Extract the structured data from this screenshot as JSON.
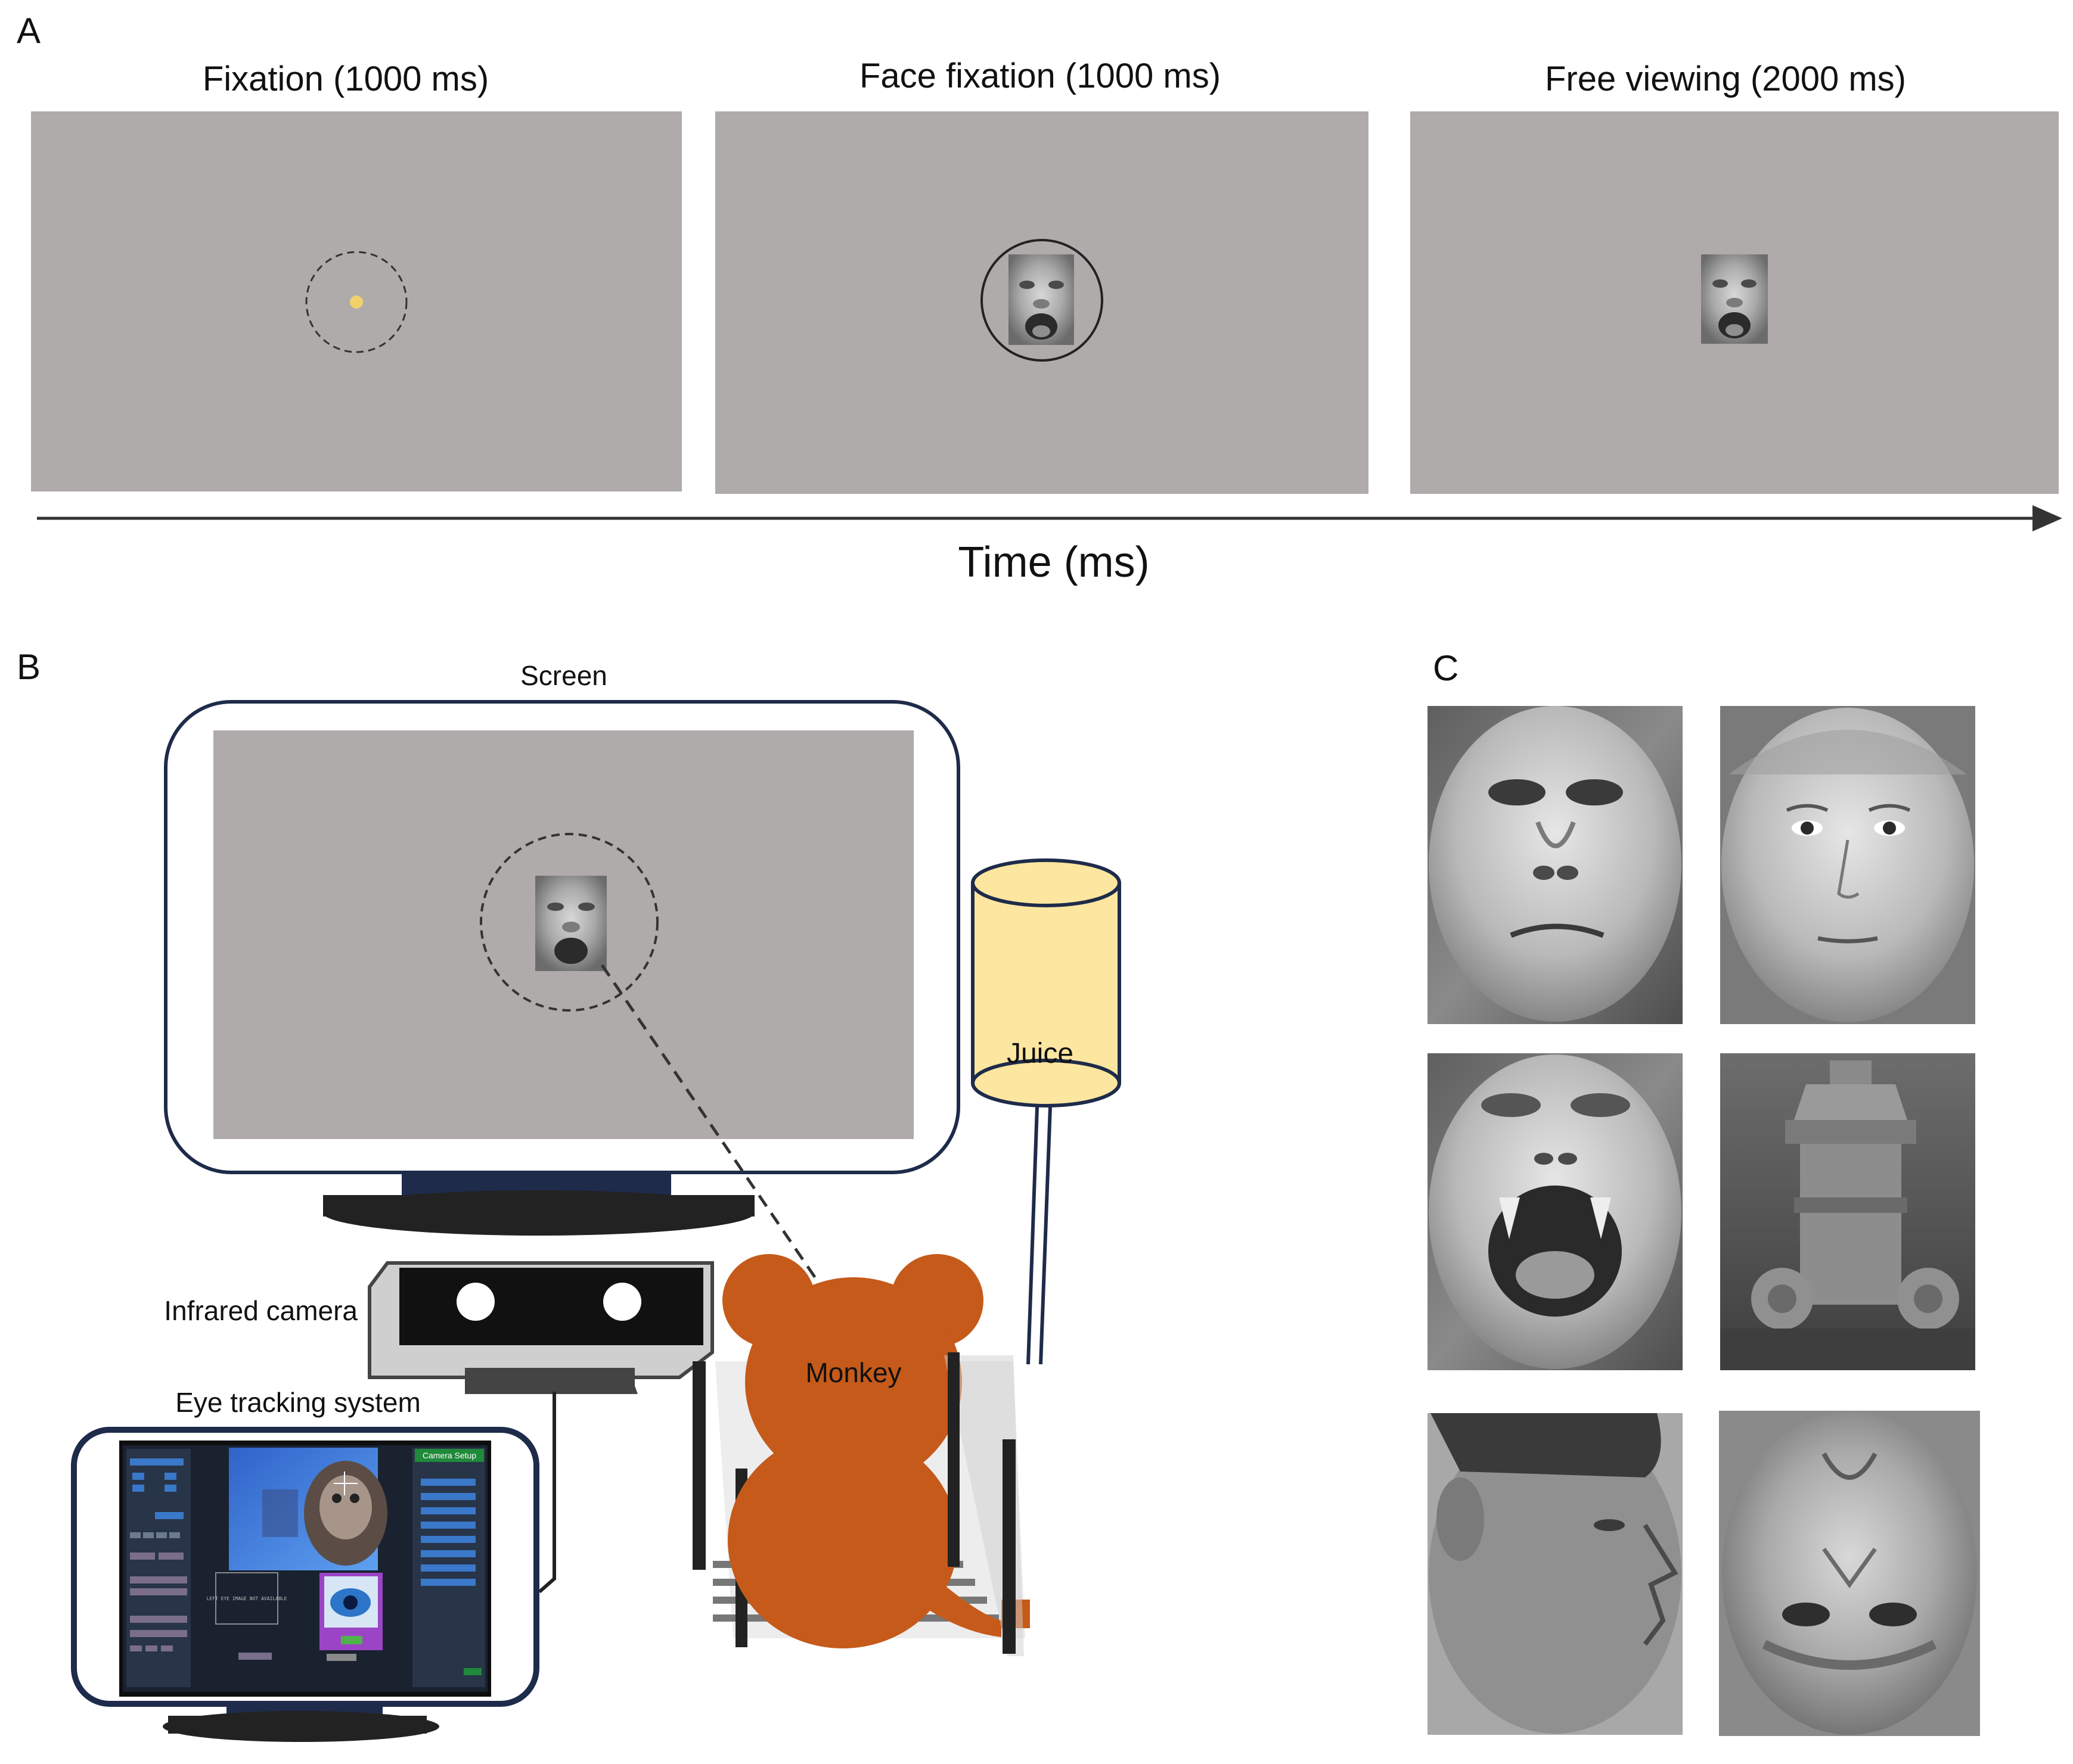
{
  "panel_a": {
    "letter": "A",
    "stages": [
      {
        "title": "Fixation (1000 ms)"
      },
      {
        "title": "Face fixation (1000 ms)"
      },
      {
        "title": "Free viewing (2000 ms)"
      }
    ],
    "axis_label": "Time (ms)"
  },
  "panel_b": {
    "letter": "B",
    "screen_label": "Screen",
    "juice_label": "Juice",
    "camera_label": "Infrared camera",
    "monkey_label": "Monkey",
    "eyetracker_label": "Eye tracking system",
    "eyetracker_ui": {
      "camera_setup_title": "Camera Setup",
      "no_image_text": "LEFT EYE IMAGE NOT AVAILABLE"
    }
  },
  "panel_c": {
    "letter": "C",
    "stimuli": [
      {
        "icon": "monkey-face-neutral-icon"
      },
      {
        "icon": "human-face-female-icon"
      },
      {
        "icon": "monkey-face-threat-icon"
      },
      {
        "icon": "fire-hydrant-icon"
      },
      {
        "icon": "human-face-profile-icon"
      },
      {
        "icon": "monkey-face-inverted-icon"
      }
    ]
  },
  "colors": {
    "stimulus_gray": "#aeabaa",
    "fixation_dot": "#f2d16b",
    "juice": "#fde6a0",
    "monkey": "#c55a1a",
    "frame": "#1e2b4a",
    "arrow": "#333333"
  }
}
